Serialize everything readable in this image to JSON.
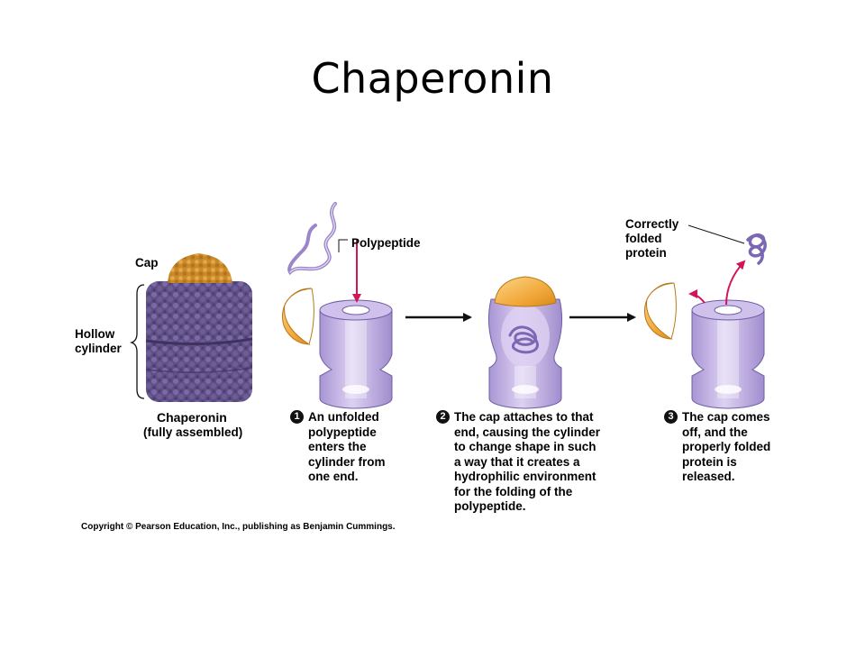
{
  "title": "Chaperonin",
  "labels": {
    "cap": "Cap",
    "hollow_cylinder_line1": "Hollow",
    "hollow_cylinder_line2": "cylinder",
    "chaperonin": "Chaperonin",
    "fully_assembled": "(fully assembled)",
    "polypeptide": "Polypeptide",
    "correctly_folded_line1": "Correctly",
    "correctly_folded_line2": "folded",
    "correctly_folded_line3": "protein"
  },
  "steps": [
    {
      "number": "1",
      "lines": [
        "An unfolded",
        "polypeptide",
        "enters the",
        "cylinder from",
        "one end."
      ]
    },
    {
      "number": "2",
      "lines": [
        "The cap attaches to that",
        "end, causing the cylinder",
        "to change shape in such",
        "a way that it creates a",
        "hydrophilic environment",
        "for the folding of the",
        "polypeptide."
      ]
    },
    {
      "number": "3",
      "lines": [
        "The cap comes",
        "off, and the",
        "properly folded",
        "protein is",
        "released."
      ]
    }
  ],
  "copyright": "Copyright © Pearson Education, Inc., publishing as Benjamin Cummings.",
  "colors": {
    "cylinder_fill": "#c9b8e6",
    "cylinder_dark": "#8f7cc0",
    "cap_fill": "#f2a93b",
    "cap_dark": "#d98a1c",
    "molecule_cylinder": "#5f4f86",
    "molecule_cap": "#c98a2a",
    "arrow_pink": "#d4145a"
  }
}
